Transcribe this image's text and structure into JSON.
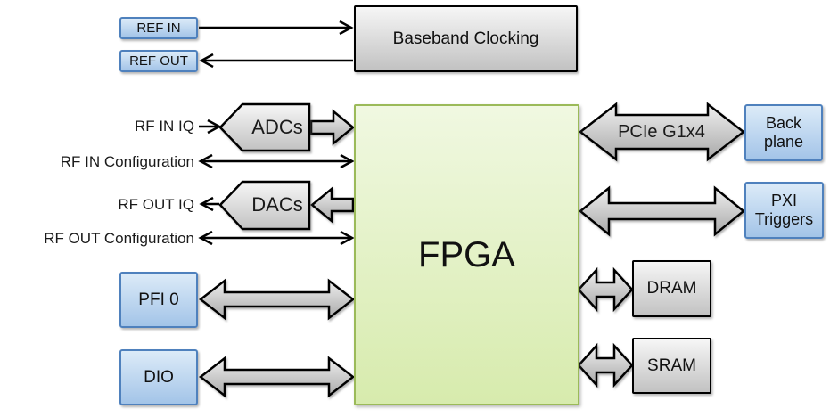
{
  "diagram": {
    "type": "block-diagram",
    "background": "#ffffff",
    "colors": {
      "blue_box_top": "#dcebf8",
      "blue_box_bottom": "#a3c4e8",
      "blue_box_border": "#4f81bd",
      "gray_box_top": "#f6f6f6",
      "gray_box_bottom": "#c2c2c2",
      "gray_box_border": "#000000",
      "green_box_top": "#f0f8e1",
      "green_box_bottom": "#d7ebad",
      "green_box_border": "#9bba59",
      "arrow_fill_top": "#efefef",
      "arrow_fill_bottom": "#a9a9a9",
      "arrow_outline": "#000000",
      "line_color": "#000000"
    },
    "nodes": {
      "ref_in": "REF IN",
      "ref_out": "REF OUT",
      "baseband_clocking": "Baseband Clocking",
      "adcs": "ADCs",
      "dacs": "DACs",
      "fpga": "FPGA",
      "back_plane": "Back plane",
      "pxi_triggers": "PXI Triggers",
      "dram": "DRAM",
      "sram": "SRAM",
      "pfi_0": "PFI 0",
      "dio": "DIO"
    },
    "signal_labels": {
      "rf_in_iq": "RF IN IQ",
      "rf_in_configuration": "RF IN Configuration",
      "rf_out_iq": "RF OUT IQ",
      "rf_out_configuration": "RF OUT Configuration"
    },
    "bus_labels": {
      "pcie": "PCIe G1x4"
    },
    "connections": [
      {
        "from": "ref_in",
        "to": "baseband_clocking",
        "style": "line-arrow",
        "direction": "right"
      },
      {
        "from": "baseband_clocking",
        "to": "ref_out",
        "style": "line-arrow",
        "direction": "left"
      },
      {
        "from": "rf_in_iq",
        "to": "adcs",
        "style": "line-arrow",
        "direction": "right"
      },
      {
        "from": "adcs",
        "to": "fpga",
        "style": "block-arrow",
        "direction": "right"
      },
      {
        "from": "fpga",
        "to": "rf_in_configuration",
        "style": "line-arrow",
        "direction": "both"
      },
      {
        "from": "fpga",
        "to": "dacs",
        "style": "block-arrow",
        "direction": "left"
      },
      {
        "from": "dacs",
        "to": "rf_out_iq",
        "style": "line-arrow",
        "direction": "left"
      },
      {
        "from": "fpga",
        "to": "rf_out_configuration",
        "style": "line-arrow",
        "direction": "both"
      },
      {
        "from": "pfi_0",
        "to": "fpga",
        "style": "block-arrow",
        "direction": "both"
      },
      {
        "from": "dio",
        "to": "fpga",
        "style": "block-arrow",
        "direction": "both"
      },
      {
        "from": "fpga",
        "to": "back_plane",
        "style": "block-arrow",
        "direction": "both",
        "label": "PCIe G1x4"
      },
      {
        "from": "fpga",
        "to": "pxi_triggers",
        "style": "block-arrow",
        "direction": "both"
      },
      {
        "from": "fpga",
        "to": "dram",
        "style": "block-arrow",
        "direction": "both"
      },
      {
        "from": "fpga",
        "to": "sram",
        "style": "block-arrow",
        "direction": "both"
      }
    ]
  }
}
